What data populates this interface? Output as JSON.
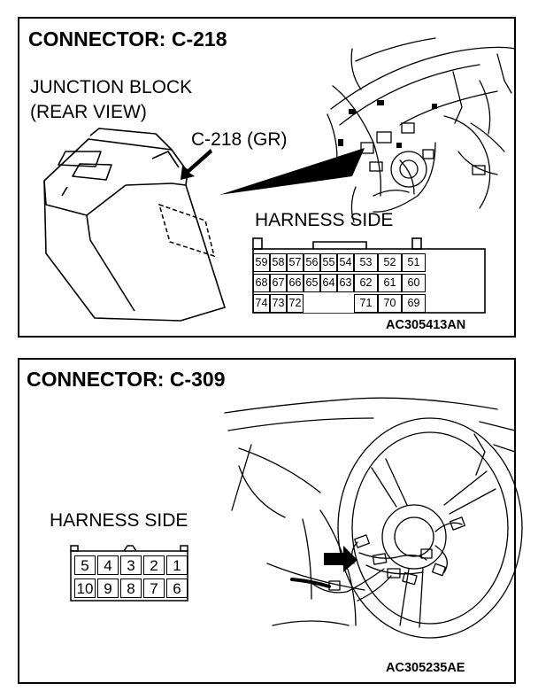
{
  "figure1": {
    "title": "CONNECTOR: C-218",
    "component_label_line1": "JUNCTION BLOCK",
    "component_label_line2": "(REAR VIEW)",
    "connector_callout": "C-218 (GR)",
    "harness_side_label": "HARNESS SIDE",
    "pins": [
      [
        "59",
        "58",
        "57",
        "56",
        "55",
        "54",
        "53",
        "52",
        "51"
      ],
      [
        "68",
        "67",
        "66",
        "65",
        "64",
        "63",
        "62",
        "61",
        "60"
      ],
      [
        "74",
        "73",
        "72",
        "",
        "",
        "",
        "71",
        "70",
        "69"
      ]
    ],
    "figure_code": "AC305413AN"
  },
  "figure2": {
    "title": "CONNECTOR: C-309",
    "harness_side_label": "HARNESS SIDE",
    "pins": [
      [
        "5",
        "4",
        "3",
        "2",
        "1"
      ],
      [
        "10",
        "9",
        "8",
        "7",
        "6"
      ]
    ],
    "figure_code": "AC305235AE"
  }
}
